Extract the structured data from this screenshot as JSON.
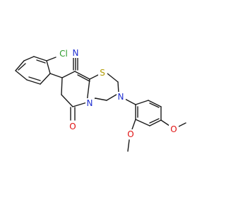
{
  "colors": {
    "carbon": "#1a1a1a",
    "nitrogen": "#1f2fd1",
    "oxygen": "#e01010",
    "sulfur": "#b09a00",
    "chlorine": "#2a9a2a"
  },
  "molecule": {
    "atoms": [
      {
        "id": "Cl",
        "label": "Cl",
        "element": "chlorine"
      },
      {
        "id": "N_nitrile",
        "label": "N",
        "element": "nitrogen"
      },
      {
        "id": "S",
        "label": "S",
        "element": "sulfur"
      },
      {
        "id": "N_bridge",
        "label": "N",
        "element": "nitrogen"
      },
      {
        "id": "N_ring",
        "label": "N",
        "element": "nitrogen"
      },
      {
        "id": "O_carbonyl",
        "label": "O",
        "element": "oxygen"
      },
      {
        "id": "O_methoxy_1",
        "label": "O",
        "element": "oxygen"
      },
      {
        "id": "O_methoxy_2",
        "label": "O",
        "element": "oxygen"
      }
    ]
  }
}
